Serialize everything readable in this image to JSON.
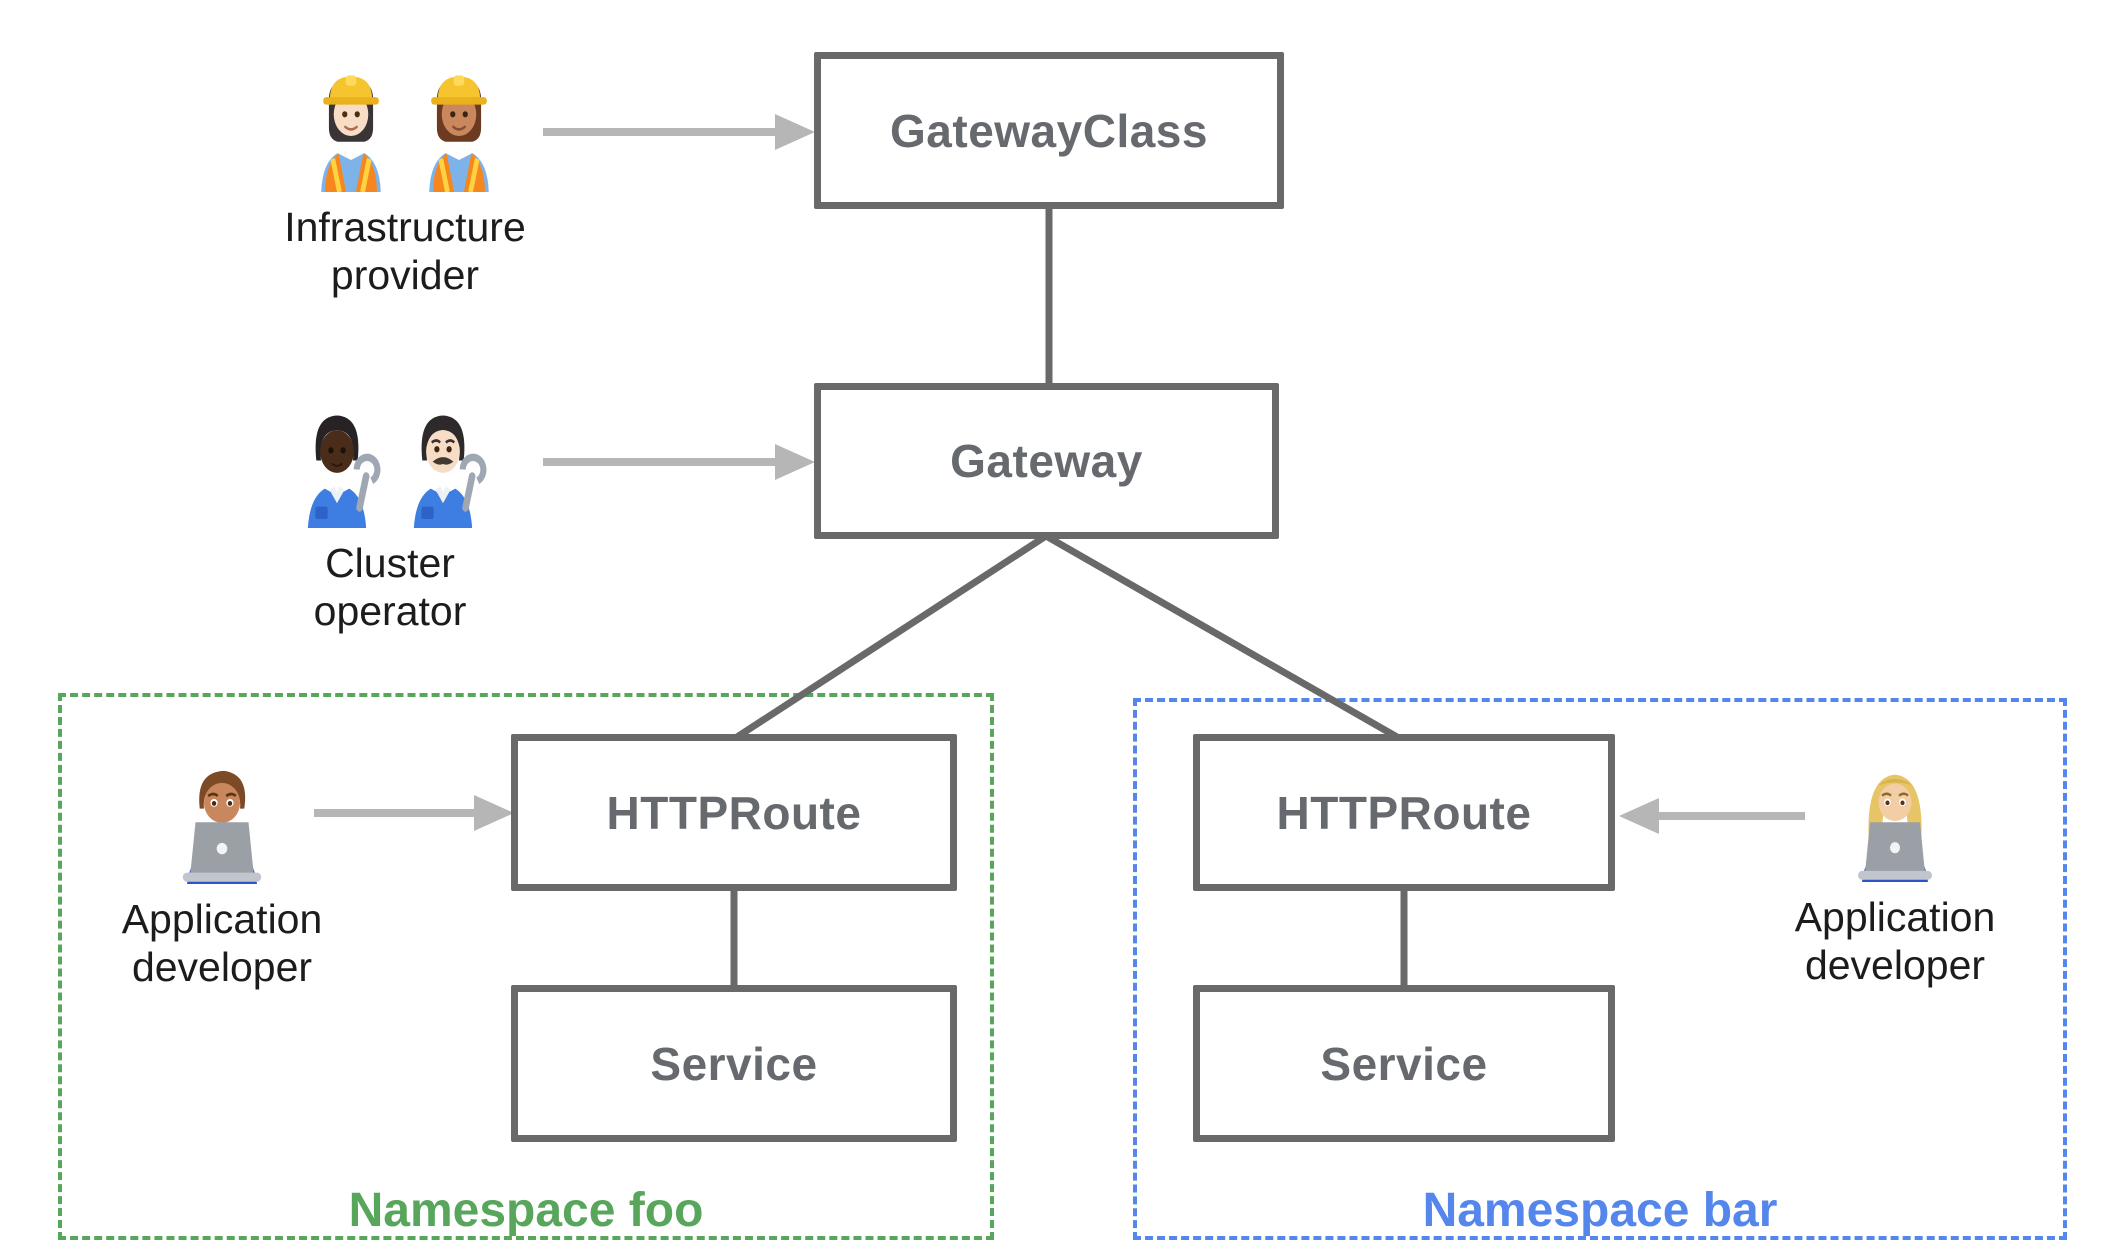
{
  "nodes": {
    "gateway_class": {
      "label": "GatewayClass"
    },
    "gateway": {
      "label": "Gateway"
    },
    "httproute_foo": {
      "label": "HTTPRoute"
    },
    "service_foo": {
      "label": "Service"
    },
    "httproute_bar": {
      "label": "HTTPRoute"
    },
    "service_bar": {
      "label": "Service"
    }
  },
  "actors": {
    "infrastructure_provider": {
      "label": "Infrastructure\nprovider",
      "emoji": "👷🏻‍♀️ 👷🏽‍♀️"
    },
    "cluster_operator": {
      "label": "Cluster\noperator",
      "emoji": "🧑🏿‍🔧 👨🏻‍🔧"
    },
    "app_developer_foo": {
      "label": "Application\ndeveloper",
      "emoji": "👨🏽‍💻"
    },
    "app_developer_bar": {
      "label": "Application\ndeveloper",
      "emoji": "👩🏼‍💻"
    }
  },
  "namespaces": {
    "foo": {
      "label": "Namespace foo",
      "color": "#58a55c"
    },
    "bar": {
      "label": "Namespace bar",
      "color": "#5486ec"
    }
  },
  "colors": {
    "node_border": "#696969",
    "node_text": "#66696d",
    "connector": "#696969",
    "arrow": "#b6b6b6",
    "actor_text": "#1c1c1e",
    "namespace_foo": "#58a55c",
    "namespace_bar": "#5486ec",
    "background": "#ffffff"
  }
}
